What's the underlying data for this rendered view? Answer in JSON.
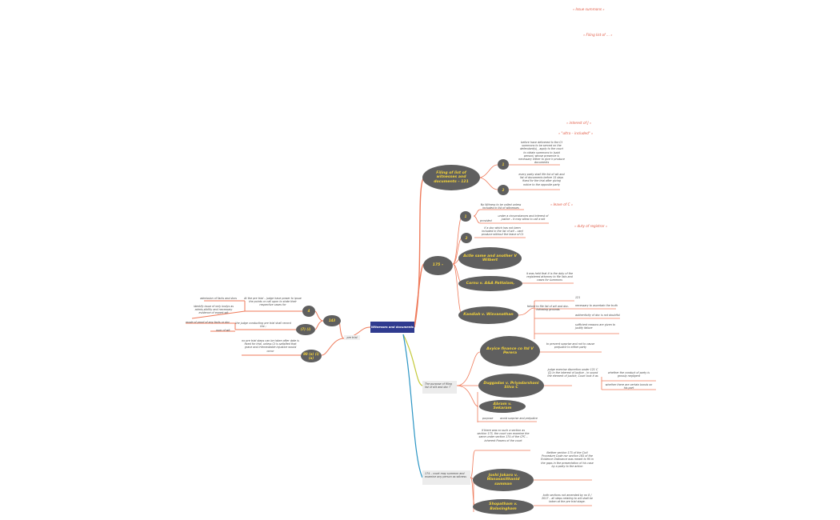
{
  "root": "Witnesses and documents",
  "floating": {
    "issue_summons": "Issue summons",
    "filing_list": "Filing list of ...",
    "interest_of_j": "interest of J",
    "ultra_vires": "\"ultra – included\"",
    "leave_of_c": "leave of C",
    "duty_of_registrar": "duty of registrar"
  },
  "branch_filing": {
    "title": "Filing of list of witnesses and documents – 121",
    "n1_label": "1",
    "n1_text": "before have delivered to the Ct summons to be served on the defendant(s) , apply to the court to obtain summons to (said person) whose presence is necessary either to give ir produce documents",
    "n2_label": "2",
    "n2_text": "every party shall file list of wit and list of documents before 15 days fixed for the trial after giving notice to the opposite party"
  },
  "branch_175": {
    "title": "175 –",
    "n1_label": "1",
    "n1_text_a": "No Witness to be called unless included in list of witnesses",
    "n1_provided": "provided",
    "n1_text_b": "under a circumstances and interest of justice – it may allow to call a wit",
    "n2_label": "2",
    "n2_text": "if a doc which has not been included in the list of wit – cant produce without the leave of Ct",
    "case_attale": "Actle same and another V Wilbert",
    "case_cornu": "Cornu v. A&A Pattalam,",
    "cornu_text": "it was held that it is the duty of the registered attorney to file lists and cases for summons",
    "case_kandiah": "Kandiah v. Wisvanathan",
    "kandiah_text": "failure to file list of wit and doc- following grounds",
    "k1": "121",
    "k2": "necessary to ascertain the truth",
    "k3": "authenticity of doc is not doubtful",
    "k4": "sufficient reasons are given to justify failure"
  },
  "branch_purpose": {
    "title": "The purpose of filing list of wit and doc ?",
    "case_ayra": "Avyice finance co ltd V Perera",
    "ayra_text": "to prevent surprise and not to cause prejudice to either party",
    "case_duggadas": "Duggadas v. Priyadarshani Silva C",
    "duggadas_text": "judge exercise discretion under 121 C (2) in the interest of justice - in sound the element of justice, Court look it as",
    "dug1": "whether the conduct of party is grossly negligent",
    "dug2": "whether there are certain bonds on his part",
    "case_abram": "Abram v. Sekaram",
    "purpose_label": "purpose",
    "purpose_text": "avoid surprise and prejudice"
  },
  "branch_174": {
    "title": "174 – court may summon and examine any person as witness",
    "intro": "if there was no such a section as section 175, the court can examine the same under section 174 of the CPC – inherent Powers of the court",
    "case_joshi": "Joshi Jokaro v. Wanasasithanid samman",
    "joshi_text": "Neither section 175 of the Civil Procedure Code nor section 165 of the Evidence Ordinance was meant to fill in the gaps in the presentation of his case by a party to the action",
    "case_shop": "Shopatham v. Balasingham",
    "shop_text": "both sections not amended by no 8 / 2017 – all steps relating to wit shall be taken at the pre trial stage."
  },
  "branch_left": {
    "pretrial": "pre trial",
    "n143": "143",
    "n4": "4",
    "n4_text": "At the pre trial – judge have power to ipsue the points or call upon to state their respective cases for",
    "a1": "admission of facts and docs",
    "a2": "identify issue of only bodys as admis,sibility and necessary evidence of expert wit",
    "n7": "(7) (i)",
    "n7_text": "the judge conducting pre trial shall record the ;",
    "b1": "mode of proof of any facts or doc",
    "b2": "num of wit",
    "n80": "80 (a) (i) (a)",
    "n80_text": "no pre trial steps can be taken after date is fixed for trial, unless Ct is satisfied that grave and irremediable injustice would occur"
  },
  "colors": {
    "orange": "#ef7a5a",
    "olive": "#c4c93a",
    "teal": "#2b95c4",
    "grey": "#5f5f5f",
    "node_text": "#f3d23a",
    "root_bg": "#2f3b8f",
    "red_text": "#e0553f"
  }
}
